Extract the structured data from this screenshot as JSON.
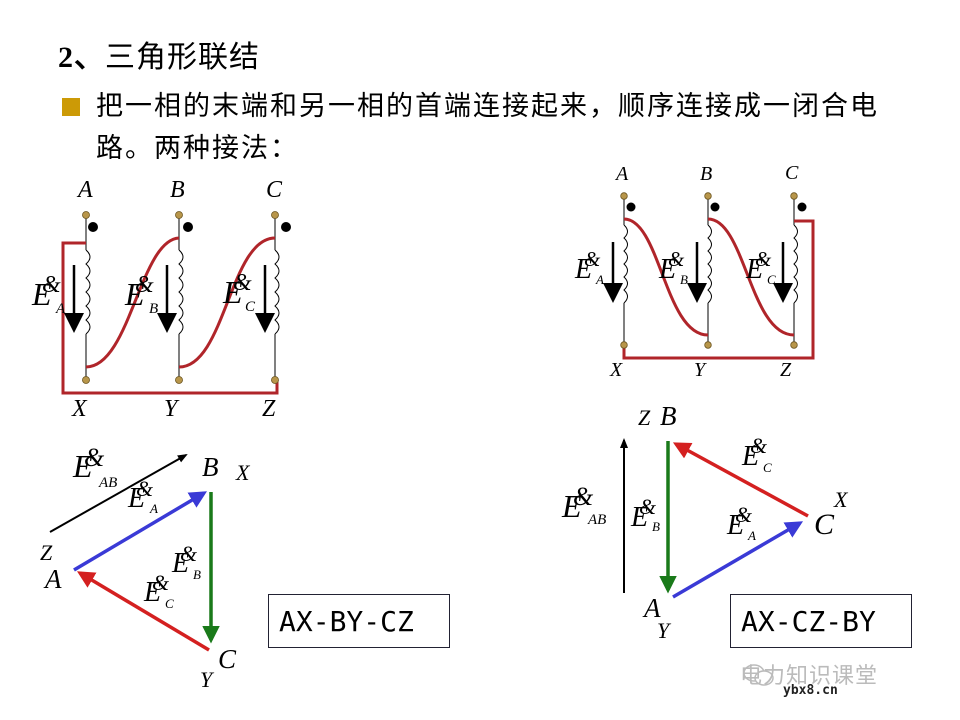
{
  "slide": {
    "title_number": "2、",
    "title_text": "三角形联结",
    "bullet_text": "把一相的末端和另一相的首端连接起来，顺序连接成一闭合电路。两种接法：",
    "bullet_color": "#cc9a06"
  },
  "left_circuit": {
    "top_labels": [
      "A",
      "B",
      "C"
    ],
    "bottom_labels": [
      "X",
      "Y",
      "Z"
    ],
    "emf_labels": [
      {
        "symbol": "E",
        "dot": "&",
        "sub": "A"
      },
      {
        "symbol": "E",
        "dot": "&",
        "sub": "B"
      },
      {
        "symbol": "E",
        "dot": "&",
        "sub": "C"
      }
    ],
    "wire_color": "#b0252a"
  },
  "right_circuit": {
    "top_labels": [
      "A",
      "B",
      "C"
    ],
    "bottom_labels": [
      "X",
      "Y",
      "Z"
    ],
    "emf_labels": [
      {
        "symbol": "E",
        "dot": "&",
        "sub": "A"
      },
      {
        "symbol": "E",
        "dot": "&",
        "sub": "B"
      },
      {
        "symbol": "E",
        "dot": "&",
        "sub": "C"
      }
    ]
  },
  "left_phasor": {
    "vertex_labels": {
      "B": "B",
      "X": "X",
      "Z": "Z",
      "A": "A",
      "C": "C",
      "Y": "Y"
    },
    "emf_AB": {
      "symbol": "E",
      "dot": "&",
      "sub": "AB"
    },
    "emf_A": {
      "symbol": "E",
      "dot": "&",
      "sub": "A"
    },
    "emf_B": {
      "symbol": "E",
      "dot": "&",
      "sub": "B"
    },
    "emf_C": {
      "symbol": "E",
      "dot": "&",
      "sub": "C"
    },
    "sequence": "AX-BY-CZ",
    "colors": {
      "A": "#3a3ad6",
      "B": "#1a7a1a",
      "C": "#d42020"
    }
  },
  "right_phasor": {
    "vertex_labels": {
      "Z": "Z",
      "B": "B",
      "X": "X",
      "C": "C",
      "A": "A",
      "Y": "Y"
    },
    "emf_AB": {
      "symbol": "E",
      "dot": "&",
      "sub": "AB"
    },
    "emf_A": {
      "symbol": "E",
      "dot": "&",
      "sub": "A"
    },
    "emf_B": {
      "symbol": "E",
      "dot": "&",
      "sub": "B"
    },
    "emf_C": {
      "symbol": "E",
      "dot": "&",
      "sub": "C"
    },
    "sequence": "AX-CZ-BY"
  },
  "watermark": {
    "text": "电力知识课堂",
    "url": "ybx8.cn"
  }
}
